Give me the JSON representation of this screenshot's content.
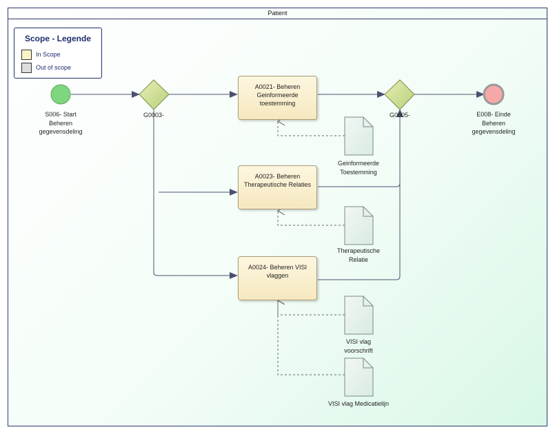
{
  "pool": {
    "title": "Patient"
  },
  "legend": {
    "title": "Scope - Legende",
    "items": [
      {
        "label": "In Scope",
        "color": "#fdf3c8"
      },
      {
        "label": "Out of scope",
        "color": "#dcdcdc"
      }
    ]
  },
  "events": {
    "start": {
      "line1": "S006- Start",
      "line2": "Beheren",
      "line3": "gegevensdeling",
      "color": "#7ed67e"
    },
    "end": {
      "line1": "E008- Einde",
      "line2": "Beheren",
      "line3": "gegevensdeling",
      "color": "#f6a8a8"
    }
  },
  "gateways": {
    "split": {
      "label": "G0003-"
    },
    "join": {
      "label": "G0005-"
    }
  },
  "tasks": {
    "a0021": {
      "line1": "A0021- Beheren",
      "line2": "Geinformeerde",
      "line3": "toestemming"
    },
    "a0023": {
      "line1": "A0023- Beheren",
      "line2": "Therapeutische Relaties"
    },
    "a0024": {
      "line1": "A0024- Beheren VISI",
      "line2": "vlaggen"
    }
  },
  "documents": {
    "geinformeerde": {
      "line1": "Geinformeerde",
      "line2": "Toestemming"
    },
    "therapeutische": {
      "line1": "Therapeutische",
      "line2": "Relatie"
    },
    "visi_voorschrift": {
      "line1": "VISI vlag",
      "line2": "voorschrift"
    },
    "visi_medicatie": {
      "line1": "VISI vlag Medicatielijn"
    }
  }
}
